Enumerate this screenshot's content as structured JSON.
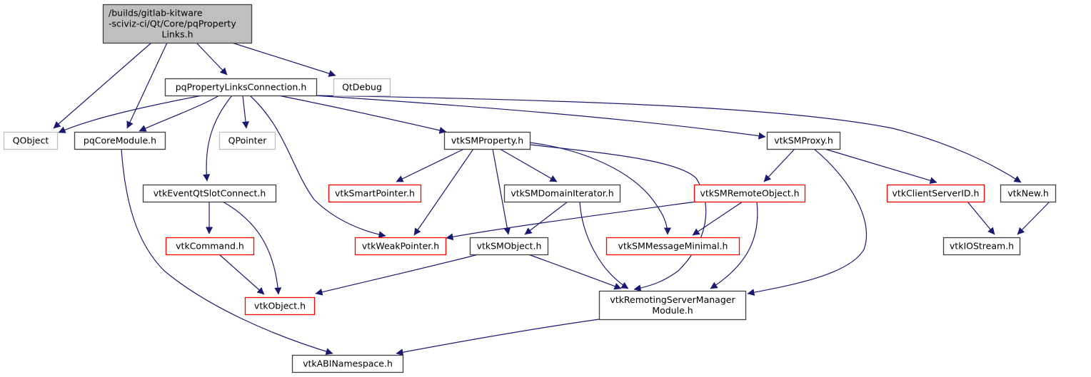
{
  "colors": {
    "edge": "#191970",
    "node_default_border": "#404040",
    "node_root_fill": "#bfbfbf",
    "node_external_border": "#c0c0c0",
    "node_truncated_border": "#ff0000",
    "node_fill": "#ffffff"
  },
  "nodes": [
    {
      "id": "root",
      "lines": [
        "/builds/gitlab-kitware",
        "-sciviz-ci/Qt/Core/pqProperty",
        "Links.h"
      ],
      "kind": "root"
    },
    {
      "id": "pqPropertyLinksConnection",
      "lines": [
        "pqPropertyLinksConnection.h"
      ],
      "kind": "normal"
    },
    {
      "id": "QtDebug",
      "lines": [
        "QtDebug"
      ],
      "kind": "external"
    },
    {
      "id": "QObject",
      "lines": [
        "QObject"
      ],
      "kind": "external"
    },
    {
      "id": "pqCoreModule",
      "lines": [
        "pqCoreModule.h"
      ],
      "kind": "normal"
    },
    {
      "id": "QPointer",
      "lines": [
        "QPointer"
      ],
      "kind": "external"
    },
    {
      "id": "vtkSMProperty",
      "lines": [
        "vtkSMProperty.h"
      ],
      "kind": "normal"
    },
    {
      "id": "vtkSMProxy",
      "lines": [
        "vtkSMProxy.h"
      ],
      "kind": "normal"
    },
    {
      "id": "vtkEventQtSlotConnect",
      "lines": [
        "vtkEventQtSlotConnect.h"
      ],
      "kind": "normal"
    },
    {
      "id": "vtkSmartPointer",
      "lines": [
        "vtkSmartPointer.h"
      ],
      "kind": "truncated"
    },
    {
      "id": "vtkSMDomainIterator",
      "lines": [
        "vtkSMDomainIterator.h"
      ],
      "kind": "normal"
    },
    {
      "id": "vtkSMRemoteObject",
      "lines": [
        "vtkSMRemoteObject.h"
      ],
      "kind": "truncated"
    },
    {
      "id": "vtkClientServerID",
      "lines": [
        "vtkClientServerID.h"
      ],
      "kind": "truncated"
    },
    {
      "id": "vtkNew",
      "lines": [
        "vtkNew.h"
      ],
      "kind": "normal"
    },
    {
      "id": "vtkCommand",
      "lines": [
        "vtkCommand.h"
      ],
      "kind": "truncated"
    },
    {
      "id": "vtkWeakPointer",
      "lines": [
        "vtkWeakPointer.h"
      ],
      "kind": "truncated"
    },
    {
      "id": "vtkSMObject",
      "lines": [
        "vtkSMObject.h"
      ],
      "kind": "normal"
    },
    {
      "id": "vtkSMMessageMinimal",
      "lines": [
        "vtkSMMessageMinimal.h"
      ],
      "kind": "truncated"
    },
    {
      "id": "vtkIOStream",
      "lines": [
        "vtkIOStream.h"
      ],
      "kind": "normal"
    },
    {
      "id": "vtkObject",
      "lines": [
        "vtkObject.h"
      ],
      "kind": "truncated"
    },
    {
      "id": "vtkRemotingServerManagerModule",
      "lines": [
        "vtkRemotingServerManager",
        "Module.h"
      ],
      "kind": "normal"
    },
    {
      "id": "vtkABINamespace",
      "lines": [
        "vtkABINamespace.h"
      ],
      "kind": "normal"
    }
  ],
  "edges": [
    {
      "from": "root",
      "to": "QObject"
    },
    {
      "from": "root",
      "to": "pqCoreModule"
    },
    {
      "from": "root",
      "to": "pqPropertyLinksConnection"
    },
    {
      "from": "root",
      "to": "QtDebug"
    },
    {
      "from": "pqPropertyLinksConnection",
      "to": "QObject"
    },
    {
      "from": "pqPropertyLinksConnection",
      "to": "pqCoreModule"
    },
    {
      "from": "pqPropertyLinksConnection",
      "to": "QPointer"
    },
    {
      "from": "pqPropertyLinksConnection",
      "to": "vtkEventQtSlotConnect"
    },
    {
      "from": "pqPropertyLinksConnection",
      "to": "vtkWeakPointer"
    },
    {
      "from": "pqPropertyLinksConnection",
      "to": "vtkSMProperty"
    },
    {
      "from": "pqPropertyLinksConnection",
      "to": "vtkSMProxy"
    },
    {
      "from": "pqPropertyLinksConnection",
      "to": "vtkNew"
    },
    {
      "from": "pqCoreModule",
      "to": "vtkABINamespace"
    },
    {
      "from": "vtkEventQtSlotConnect",
      "to": "vtkCommand"
    },
    {
      "from": "vtkEventQtSlotConnect",
      "to": "vtkObject"
    },
    {
      "from": "vtkCommand",
      "to": "vtkObject"
    },
    {
      "from": "vtkSMProperty",
      "to": "vtkSmartPointer"
    },
    {
      "from": "vtkSMProperty",
      "to": "vtkWeakPointer"
    },
    {
      "from": "vtkSMProperty",
      "to": "vtkSMObject"
    },
    {
      "from": "vtkSMProperty",
      "to": "vtkSMDomainIterator"
    },
    {
      "from": "vtkSMProperty",
      "to": "vtkSMMessageMinimal"
    },
    {
      "from": "vtkSMProperty",
      "to": "vtkRemotingServerManagerModule"
    },
    {
      "from": "vtkSMDomainIterator",
      "to": "vtkSMObject"
    },
    {
      "from": "vtkSMDomainIterator",
      "to": "vtkRemotingServerManagerModule"
    },
    {
      "from": "vtkSMObject",
      "to": "vtkObject"
    },
    {
      "from": "vtkSMObject",
      "to": "vtkRemotingServerManagerModule"
    },
    {
      "from": "vtkSMProxy",
      "to": "vtkSMRemoteObject"
    },
    {
      "from": "vtkSMProxy",
      "to": "vtkClientServerID"
    },
    {
      "from": "vtkSMProxy",
      "to": "vtkRemotingServerManagerModule"
    },
    {
      "from": "vtkSMRemoteObject",
      "to": "vtkWeakPointer"
    },
    {
      "from": "vtkSMRemoteObject",
      "to": "vtkSMMessageMinimal"
    },
    {
      "from": "vtkSMRemoteObject",
      "to": "vtkRemotingServerManagerModule"
    },
    {
      "from": "vtkClientServerID",
      "to": "vtkIOStream"
    },
    {
      "from": "vtkNew",
      "to": "vtkIOStream"
    },
    {
      "from": "vtkRemotingServerManagerModule",
      "to": "vtkABINamespace"
    }
  ]
}
